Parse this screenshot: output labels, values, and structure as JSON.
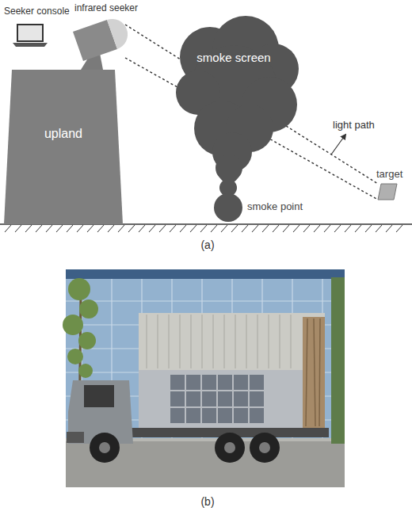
{
  "diagram": {
    "nodes": [
      {
        "text": [
          "Seeker console"
        ]
      },
      {
        "text": [
          "infrared seeker"
        ]
      },
      {
        "text": [
          "smoke screen"
        ]
      },
      {
        "text": [
          "upland"
        ]
      },
      {
        "text": [
          "smoke point"
        ]
      },
      {
        "text": [
          "target"
        ]
      }
    ],
    "edges": [
      {
        "from": 1,
        "to": 5,
        "arrow": "none"
      },
      {
        "from": 1,
        "to": 5,
        "arrow": "none"
      }
    ],
    "labels": [
      "light path",
      "(a)",
      "(b)"
    ]
  }
}
